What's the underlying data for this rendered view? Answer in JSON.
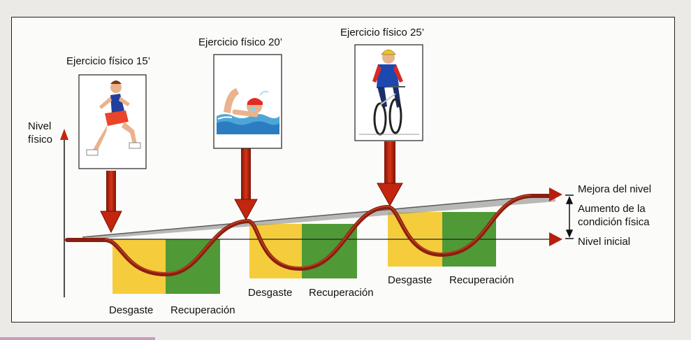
{
  "y_axis_label": [
    "Nivel",
    "físico"
  ],
  "exercises": [
    {
      "label": "Ejercicio físico 15’",
      "image": "runner"
    },
    {
      "label": "Ejercicio físico 20’",
      "image": "swimmer"
    },
    {
      "label": "Ejercicio físico 25’",
      "image": "cyclist"
    }
  ],
  "phases": [
    {
      "desgaste": "Desgaste",
      "recuperacion": "Recuperación"
    },
    {
      "desgaste": "Desgaste",
      "recuperacion": "Recuperación"
    },
    {
      "desgaste": "Desgaste",
      "recuperacion": "Recuperación"
    }
  ],
  "side_labels": {
    "mejora": "Mejora del nivel",
    "aumento": [
      "Aumento de la",
      "condición física"
    ],
    "inicial": "Nivel inicial"
  },
  "colors": {
    "desgaste": "#f5cd3c",
    "recuperacion": "#4f9a36",
    "curve": "#8b1e10",
    "arrow": "#c2260f"
  }
}
